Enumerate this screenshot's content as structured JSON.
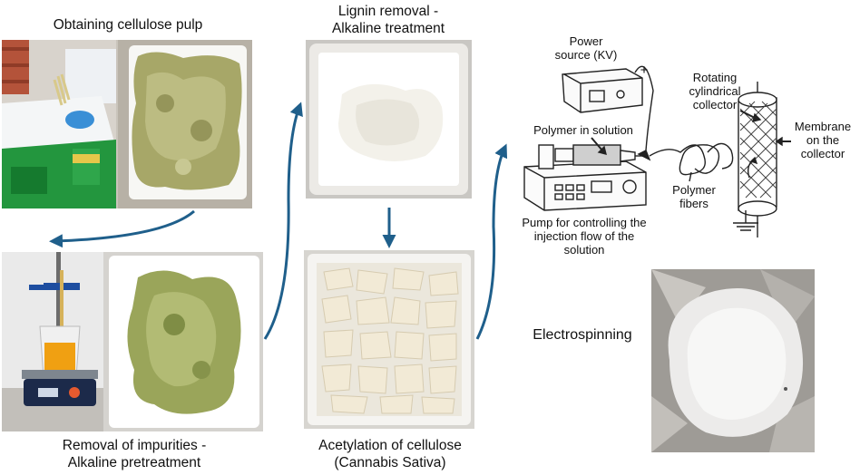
{
  "steps": {
    "pulp": {
      "title": "Obtaining cellulose pulp"
    },
    "lignin": {
      "line1": "Lignin removal -",
      "line2": "Alkaline treatment"
    },
    "impurities": {
      "line1": "Removal of impurities -",
      "line2": "Alkaline pretreatment"
    },
    "acetylation": {
      "line1": "Acetylation of cellulose",
      "line2": "(Cannabis Sativa)"
    },
    "electrospinning": {
      "title": "Electrospinning"
    }
  },
  "setup": {
    "power_source": {
      "line1": "Power",
      "line2": "source (KV)"
    },
    "plus_sign": "+",
    "polymer_solution": "Polymer in solution",
    "collector": {
      "line1": "Rotating",
      "line2": "cylindrical",
      "line3": "collector"
    },
    "membrane": {
      "line1": "Membrane",
      "line2": "on the",
      "line3": "collector"
    },
    "fibers": {
      "line1": "Polymer",
      "line2": "fibers"
    },
    "pump": {
      "line1": "Pump for controlling the",
      "line2": "injection flow of the",
      "line3": "solution"
    }
  },
  "colors": {
    "arrow": "#1f5f8b",
    "pulp_green": "#a7a768",
    "bin_green": "#1f8a3a",
    "white_powder": "#f3f1ea"
  }
}
